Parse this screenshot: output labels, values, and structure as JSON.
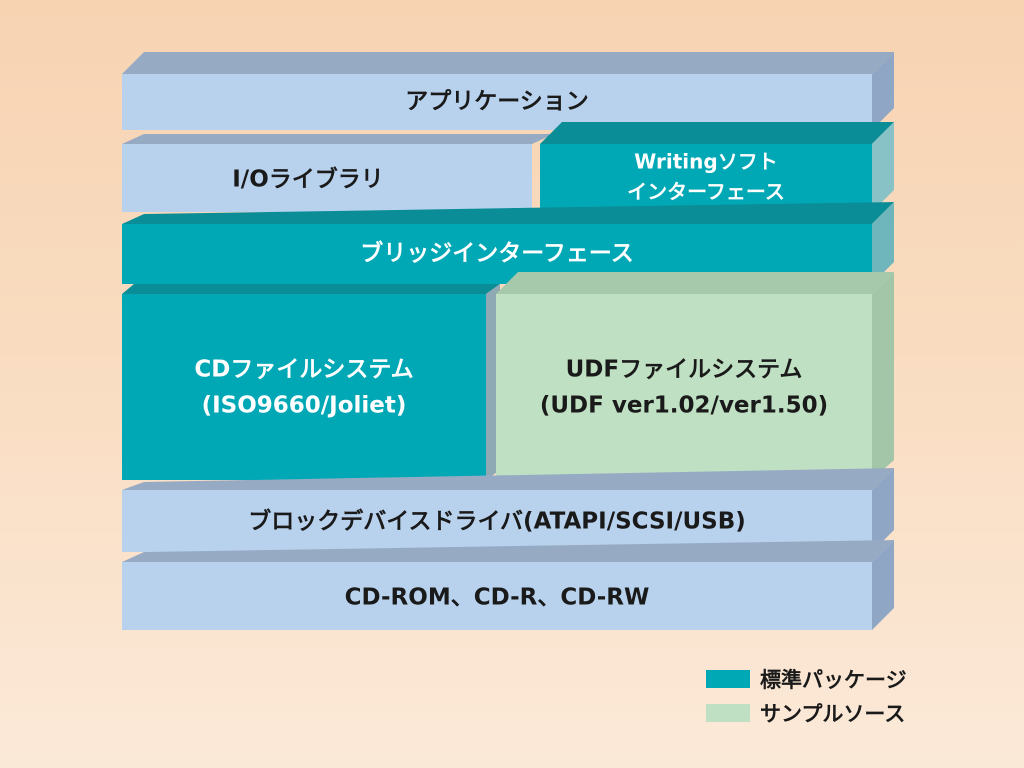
{
  "colors": {
    "standard": "#00a8b5",
    "sample": "#bfe0c3",
    "light": "#b8d2ee",
    "text_dark": "#1a1a1a",
    "text_light": "#ffffff"
  },
  "layers": {
    "application": {
      "label": "アプリケーション"
    },
    "io_library": {
      "label": "I/Oライブラリ"
    },
    "writing_interface": {
      "line1": "Writingソフト",
      "line2": "インターフェース"
    },
    "bridge_interface": {
      "label": "ブリッジインターフェース"
    },
    "cd_filesystem": {
      "line1": "CDファイルシステム",
      "line2": "(ISO9660/Joliet)"
    },
    "udf_filesystem": {
      "line1": "UDFファイルシステム",
      "line2": "(UDF ver1.02/ver1.50)"
    },
    "block_device_driver": {
      "label": "ブロックデバイスドライバ(ATAPI/SCSI/USB)"
    },
    "media": {
      "label": "CD-ROM、CD-R、CD-RW"
    }
  },
  "legend": {
    "items": [
      {
        "label": "標準パッケージ",
        "color": "#00a8b5"
      },
      {
        "label": "サンプルソース",
        "color": "#bfe0c3"
      }
    ]
  }
}
